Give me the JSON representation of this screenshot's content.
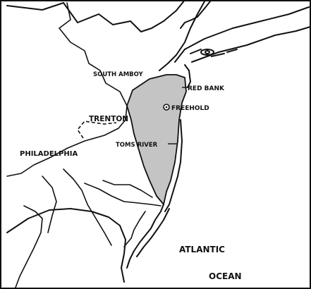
{
  "labels": {
    "south_amboy": "SOUTH AMBOY",
    "red_bank": "RED BANK",
    "freehold": "FREEHOLD",
    "trenton": "TRENTON",
    "toms_river": "TOMS RIVER",
    "philadelphia": "PHILADELPHIA",
    "atlantic": "ATLANTIC",
    "ocean": "OCEAN"
  },
  "colors": {
    "region_fill": "#c4c4c4",
    "ink": "#111111",
    "paper": "#ffffff"
  },
  "icons": {
    "freehold_marker": "circle-dot-icon"
  }
}
